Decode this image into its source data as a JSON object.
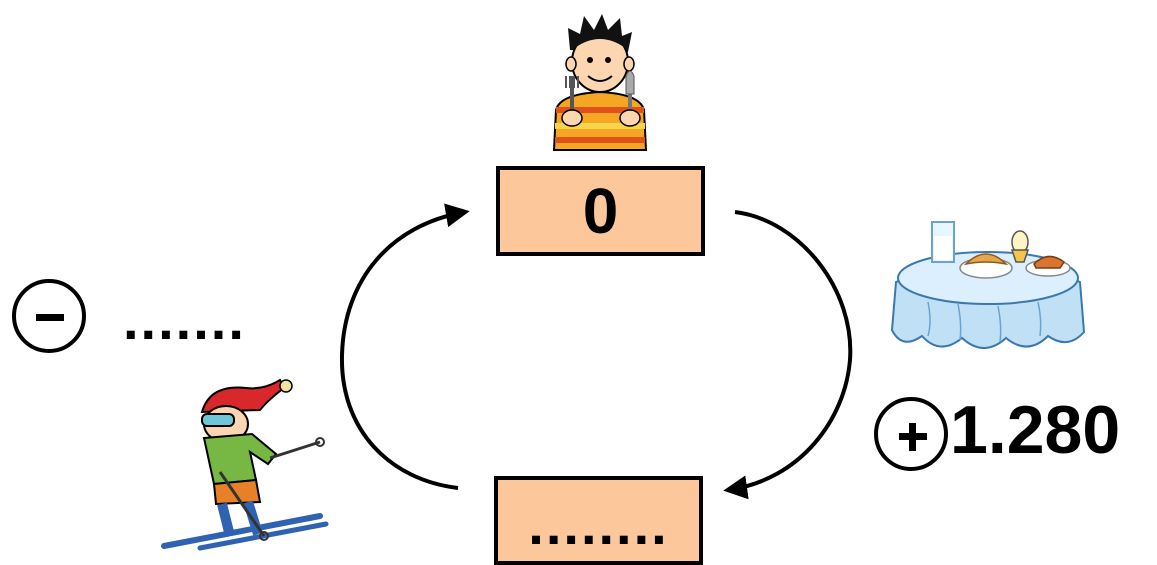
{
  "diagram": {
    "top_box_value": "0",
    "bottom_box_value": "........",
    "left_change": {
      "sign": "minus",
      "value": "......."
    },
    "right_change": {
      "sign": "plus",
      "value": "1.280"
    }
  },
  "colors": {
    "box_fill": "#fcc79a",
    "stroke": "#000000"
  },
  "icons": {
    "top": "eating-boy-icon",
    "right": "breakfast-table-icon",
    "left": "skier-icon"
  }
}
